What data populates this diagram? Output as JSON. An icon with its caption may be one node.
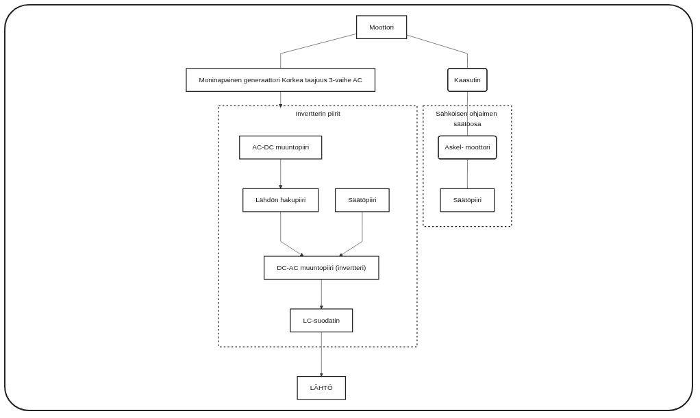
{
  "diagram": {
    "nodes": [
      {
        "text": [
          "Moottori"
        ]
      },
      {
        "text": [
          "Moninapainen generaattori Korkea taajuus 3-vaihe AC"
        ]
      },
      {
        "text": [
          "Kaasutin"
        ]
      },
      {
        "text": [
          "Sähköisen ohjaimen säätöosa"
        ]
      },
      {
        "text": [
          "Askel- moottori"
        ],
        "in": 3
      },
      {
        "text": [
          "Säätöpiiri"
        ],
        "in": 3
      },
      {
        "text": [
          "Invertterin piirit"
        ]
      },
      {
        "text": [
          "AC-DC muuntopiiri"
        ],
        "in": 6
      },
      {
        "text": [
          "Lähdön hakupiiri"
        ],
        "in": 6
      },
      {
        "text": [
          "DC-AC muuntopiiri (invertteri)"
        ],
        "in": 6
      },
      {
        "text": [
          "LC-suodatin"
        ],
        "in": 6
      },
      {
        "text": [
          "Säätöpiiri"
        ],
        "in": 6
      },
      {
        "text": [
          "LÄHTÖ"
        ]
      }
    ],
    "edges": [
      {
        "from": 0,
        "to": 1,
        "arrow": "none"
      },
      {
        "from": 0,
        "to": 2,
        "arrow": "none"
      },
      {
        "from": 2,
        "to": 4,
        "arrow": "none"
      },
      {
        "from": 4,
        "to": 5,
        "arrow": "none"
      },
      {
        "from": 1,
        "to": 6,
        "arrow": "to"
      },
      {
        "from": 7,
        "to": 8,
        "arrow": "to"
      },
      {
        "from": 8,
        "to": 9,
        "arrow": "to"
      },
      {
        "from": 11,
        "to": 9,
        "arrow": "to"
      },
      {
        "from": 9,
        "to": 10,
        "arrow": "to"
      },
      {
        "from": 10,
        "to": 12,
        "arrow": "to"
      }
    ]
  }
}
